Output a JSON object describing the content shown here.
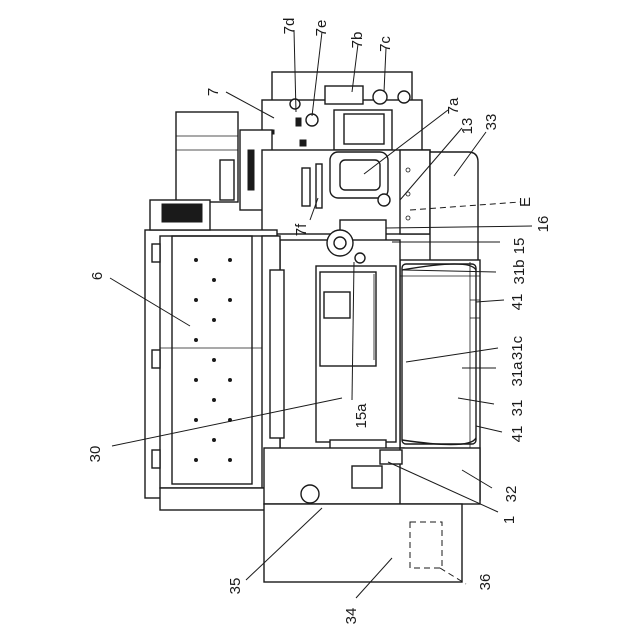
{
  "diagram": {
    "labels": {
      "l7d": "7d",
      "l7e": "7e",
      "l7b": "7b",
      "l7c": "7c",
      "l7": "7",
      "l7a": "7a",
      "l13": "13",
      "l33": "33",
      "lE": "E",
      "l16": "16",
      "l15": "15",
      "l7f": "7f",
      "l6": "6",
      "l31b": "31b",
      "l41a": "41",
      "l31c": "31c",
      "l31a": "31a",
      "l31": "31",
      "l41b": "41",
      "l15a": "15a",
      "l30": "30",
      "l32": "32",
      "l1": "1",
      "l35": "35",
      "l36": "36",
      "l34": "34"
    }
  }
}
